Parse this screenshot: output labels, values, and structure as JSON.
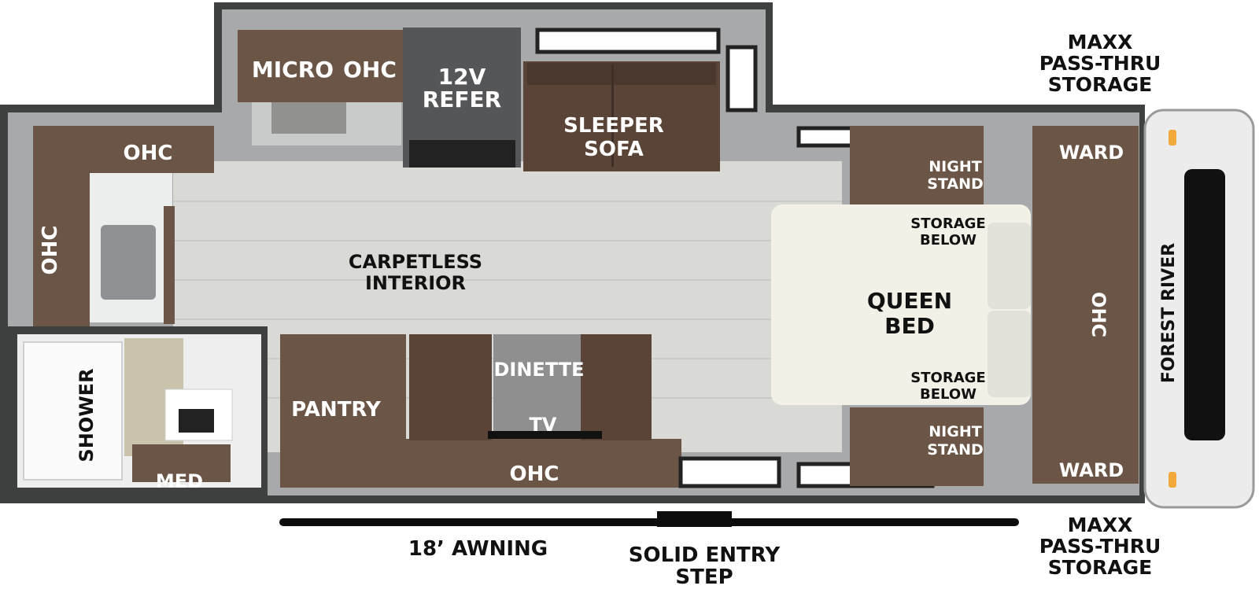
{
  "colors": {
    "wall": "#3f4040",
    "wall_inner": "#a7a9aa",
    "floor": "#d7d7d5",
    "cabinet": "#6b5547",
    "cabinet_dark": "#4e3b30",
    "bed": "#f2f0e7",
    "refer": "#545658",
    "awning": "#0c0c0c"
  },
  "labels": {
    "micro": "MICRO",
    "ohc_top": "OHC",
    "refer_l1": "12V",
    "refer_l2": "REFER",
    "sleeper_l1": "SLEEPER",
    "sleeper_l2": "SOFA",
    "ohc_kitchen": "OHC",
    "ohc_left": "OHC",
    "carpetless_l1": "CARPETLESS",
    "carpetless_l2": "INTERIOR",
    "nightstand_top_l1": "NIGHT",
    "nightstand_top_l2": "STAND",
    "ward_top": "WARD",
    "storage_top_l1": "STORAGE",
    "storage_top_l2": "BELOW",
    "queen_l1": "QUEEN",
    "queen_l2": "BED",
    "ohc_front": "OHC",
    "storage_bottom_l1": "STORAGE",
    "storage_bottom_l2": "BELOW",
    "nightstand_bottom_l1": "NIGHT",
    "nightstand_bottom_l2": "STAND",
    "ward_bottom": "WARD",
    "shower": "SHOWER",
    "med": "MED",
    "pantry": "PANTRY",
    "dinette": "DINETTE",
    "tv": "TV",
    "ohc_bottom": "OHC",
    "brand": "FOREST RIVER"
  },
  "outside": {
    "maxx_top": [
      "MAXX",
      "PASS-THRU",
      "STORAGE"
    ],
    "maxx_bottom": [
      "MAXX",
      "PASS-THRU",
      "STORAGE"
    ],
    "awning": "18’ AWNING",
    "entry_step": [
      "SOLID ENTRY",
      "STEP"
    ]
  }
}
